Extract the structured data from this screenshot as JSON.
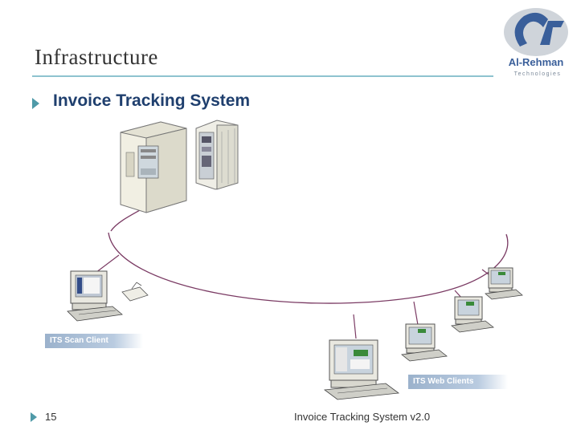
{
  "slide": {
    "title": "Infrastructure",
    "bullet": "Invoice Tracking System",
    "page_number": "15",
    "footer": "Invoice Tracking System v2.0"
  },
  "labels": {
    "scan_client": "ITS Scan Client",
    "web_clients": "ITS Web Clients"
  },
  "logo": {
    "name": "Al-Rehman",
    "tagline": "Technologies"
  },
  "colors": {
    "accent": "#4f9aa8",
    "title_rule": "#8ec3cf",
    "bullet_text": "#1f3f6e",
    "network_line": "#7a3a63",
    "label_box": "#9bb2cc"
  }
}
